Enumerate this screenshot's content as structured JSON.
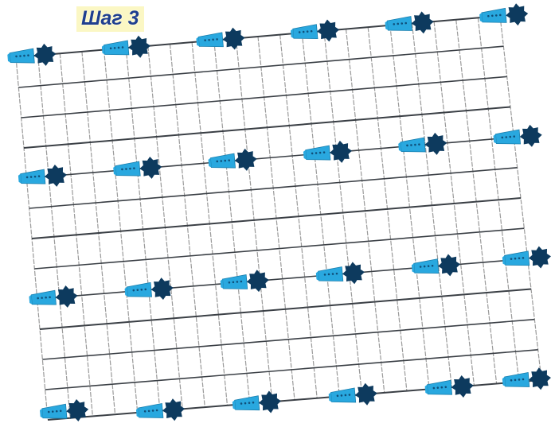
{
  "step_title": "Шаг 3",
  "colors": {
    "background": "#ffffff",
    "grid_line": "#9a9a9a",
    "rod": "#3a3f45",
    "clip_body": "#29a8df",
    "clip_dots": "#0f4f7a",
    "clip_star": "#0d3a5e",
    "title_text": "#1f3f8f",
    "title_bg": "#fbf7c4"
  },
  "diagram": {
    "description_icons": [
      "rebar-mesh",
      "spacer-clip-icon"
    ],
    "clip_rows": 4,
    "clips_per_row": 6
  }
}
